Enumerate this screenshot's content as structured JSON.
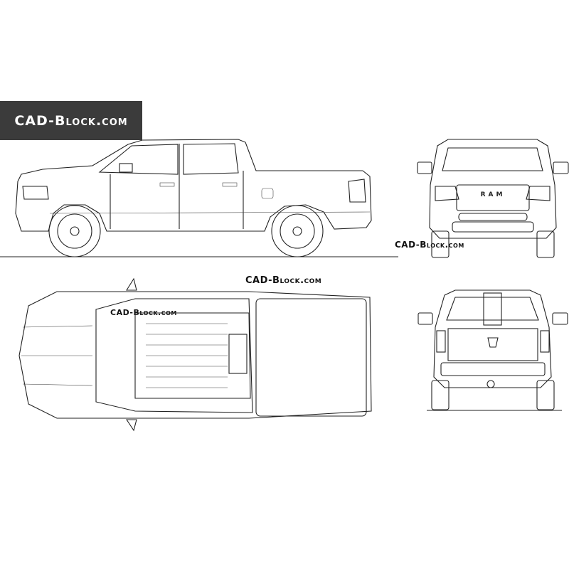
{
  "banner": {
    "text": "CAD-Block.com"
  },
  "watermarks": {
    "front_view": "CAD-Block.com",
    "above_top_view": "CAD-Block.com",
    "on_top_view": "CAD-Block.com"
  },
  "grille_logo": "RAM",
  "colors": {
    "banner_bg": "#3b3b3b",
    "line": "#222222",
    "background": "#ffffff"
  }
}
